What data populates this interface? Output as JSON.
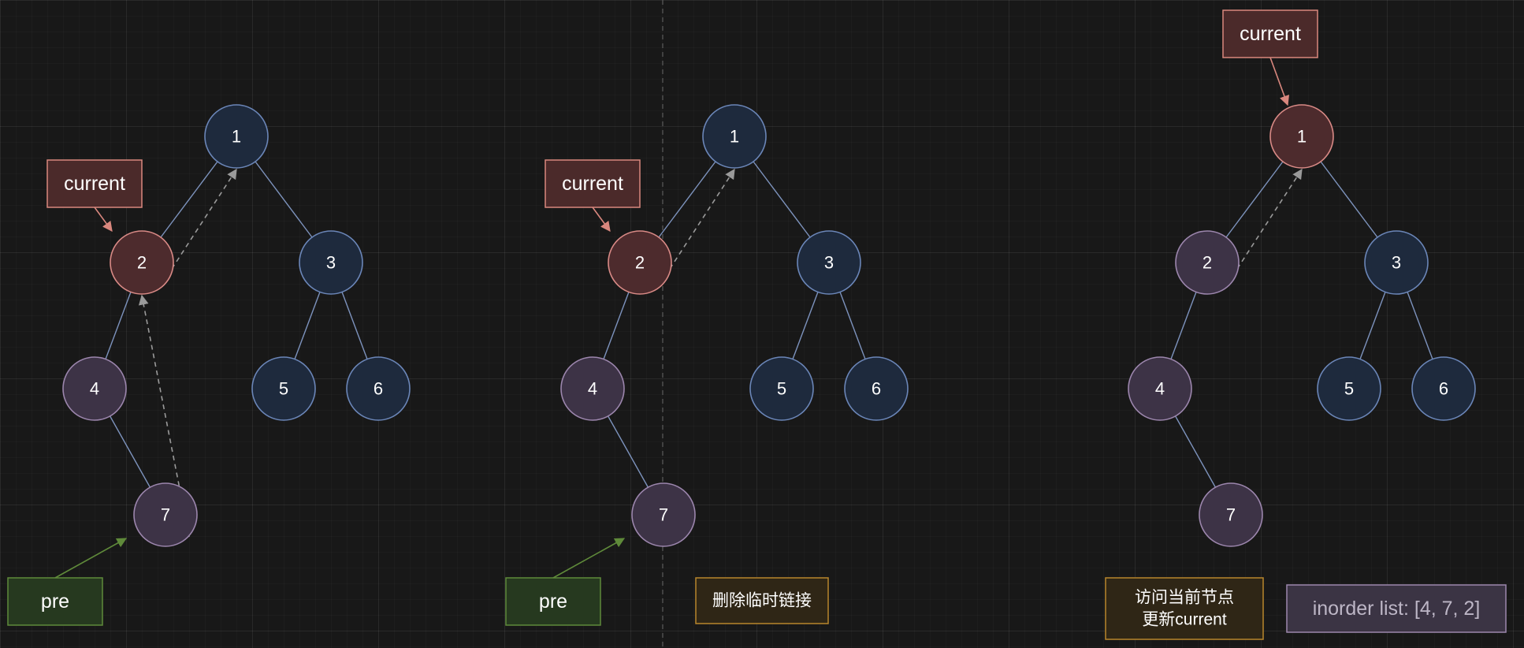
{
  "colors": {
    "dark_node_fill": "#1e2a3d",
    "dark_node_stroke": "#6b86b8",
    "purple_node_fill": "#3d3346",
    "purple_node_stroke": "#9c86ad",
    "red_node_fill": "#4d2b2d",
    "red_node_stroke": "#d98a86",
    "edge": "#7d93bd",
    "dashed_link": "#9a9a9a",
    "current_fill": "#4b2a2a",
    "current_stroke": "#d9877e",
    "pre_fill": "#26391f",
    "pre_stroke": "#5f8a3a",
    "orange_fill": "#2f2616",
    "orange_stroke": "#b8862c",
    "inorder_fill": "#3b3444",
    "inorder_stroke": "#9c87ad"
  },
  "panels": [
    {
      "nodes": [
        {
          "label": "1",
          "style": "dark"
        },
        {
          "label": "2",
          "style": "red"
        },
        {
          "label": "3",
          "style": "dark"
        },
        {
          "label": "4",
          "style": "purple"
        },
        {
          "label": "5",
          "style": "dark"
        },
        {
          "label": "6",
          "style": "dark"
        },
        {
          "label": "7",
          "style": "purple"
        }
      ],
      "edges": [
        [
          "1",
          "2"
        ],
        [
          "1",
          "3"
        ],
        [
          "2",
          "4"
        ],
        [
          "3",
          "5"
        ],
        [
          "3",
          "6"
        ],
        [
          "4",
          "7"
        ]
      ],
      "temporary_links": [
        [
          "2",
          "1"
        ],
        [
          "7",
          "2"
        ]
      ],
      "current_label": "current",
      "current_points_to": "2",
      "pre_label": "pre",
      "pre_points_to": "7",
      "note": ""
    },
    {
      "nodes": [
        {
          "label": "1",
          "style": "dark"
        },
        {
          "label": "2",
          "style": "red"
        },
        {
          "label": "3",
          "style": "dark"
        },
        {
          "label": "4",
          "style": "purple"
        },
        {
          "label": "5",
          "style": "dark"
        },
        {
          "label": "6",
          "style": "dark"
        },
        {
          "label": "7",
          "style": "purple"
        }
      ],
      "edges": [
        [
          "1",
          "2"
        ],
        [
          "1",
          "3"
        ],
        [
          "2",
          "4"
        ],
        [
          "3",
          "5"
        ],
        [
          "3",
          "6"
        ],
        [
          "4",
          "7"
        ]
      ],
      "temporary_links": [
        [
          "2",
          "1"
        ]
      ],
      "current_label": "current",
      "current_points_to": "2",
      "pre_label": "pre",
      "pre_points_to": "7",
      "note": "删除临时链接"
    },
    {
      "nodes": [
        {
          "label": "1",
          "style": "red"
        },
        {
          "label": "2",
          "style": "purple"
        },
        {
          "label": "3",
          "style": "dark"
        },
        {
          "label": "4",
          "style": "purple"
        },
        {
          "label": "5",
          "style": "dark"
        },
        {
          "label": "6",
          "style": "dark"
        },
        {
          "label": "7",
          "style": "purple"
        }
      ],
      "edges": [
        [
          "1",
          "2"
        ],
        [
          "1",
          "3"
        ],
        [
          "2",
          "4"
        ],
        [
          "3",
          "5"
        ],
        [
          "3",
          "6"
        ],
        [
          "4",
          "7"
        ]
      ],
      "temporary_links": [
        [
          "2",
          "1"
        ]
      ],
      "current_label": "current",
      "current_points_to": "1",
      "pre_label": "",
      "pre_points_to": "",
      "note_lines": [
        "访问当前节点",
        "更新current"
      ]
    }
  ],
  "inorder_list": "inorder list: [4, 7, 2]"
}
